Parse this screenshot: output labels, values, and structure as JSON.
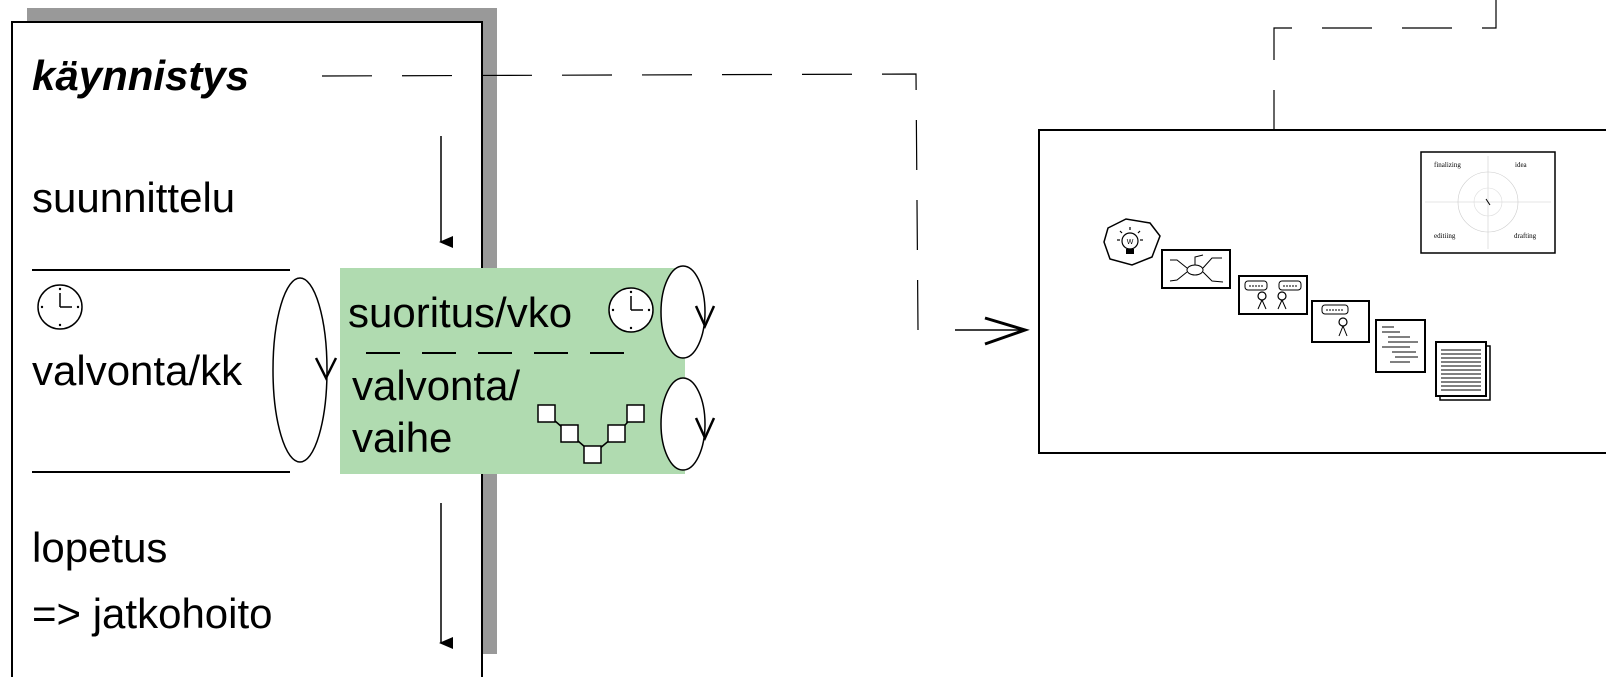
{
  "phases": {
    "start": "käynnistys",
    "planning": "suunnittelu",
    "monitoring_monthly": "valvonta/kk",
    "execution_weekly": "suoritus/vko",
    "monitoring_phase_line1": "valvonta/",
    "monitoring_phase_line2": "vaihe",
    "closing_line1": "lopetus",
    "closing_line2": "=> jatkohoito"
  },
  "writing_cycle": {
    "quadrants": [
      "finalizing",
      "idea",
      "editiing",
      "drafting"
    ]
  },
  "colors": {
    "green_band": "#b0dbb0",
    "panel_shadow": "#999999",
    "line": "#000000"
  },
  "icons": [
    "clock-icon",
    "milestone-network-icon",
    "lightbulb-idea-icon",
    "mind-map-icon",
    "discussion-icon",
    "presenter-icon",
    "document-icon",
    "document-stack-icon"
  ]
}
